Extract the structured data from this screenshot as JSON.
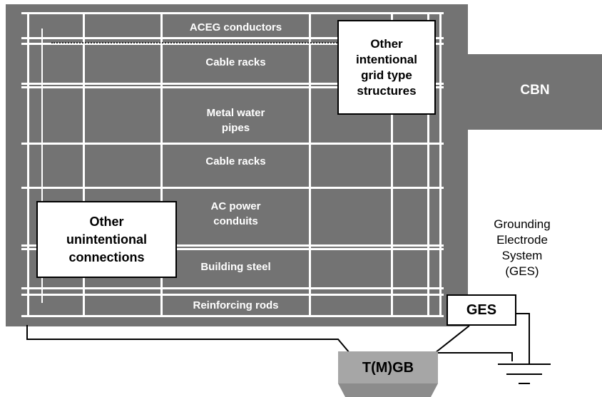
{
  "grid_labels": {
    "aceg": "ACEG conductors",
    "cable_racks_top": "Cable racks",
    "water_pipes": "Metal water\npipes",
    "cable_racks_mid": "Cable racks",
    "ac_power": "AC power\nconduits",
    "building_steel": "Building steel",
    "reinforcing_rods": "Reinforcing rods"
  },
  "boxes": {
    "intentional": "Other\nintentional\ngrid type\nstructures",
    "unintentional": "Other\nunintentional\nconnections",
    "ges": "GES",
    "tmgb": "T(M)GB"
  },
  "cbn_label": "CBN",
  "ges_description": "Grounding\nElectrode\nSystem\n(GES)",
  "colors": {
    "mesh_fill": "#737373",
    "grid_lines": "#ffffff",
    "tmgb_fill": "#a6a6a6",
    "tmgb_lower": "#8c8c8c"
  }
}
